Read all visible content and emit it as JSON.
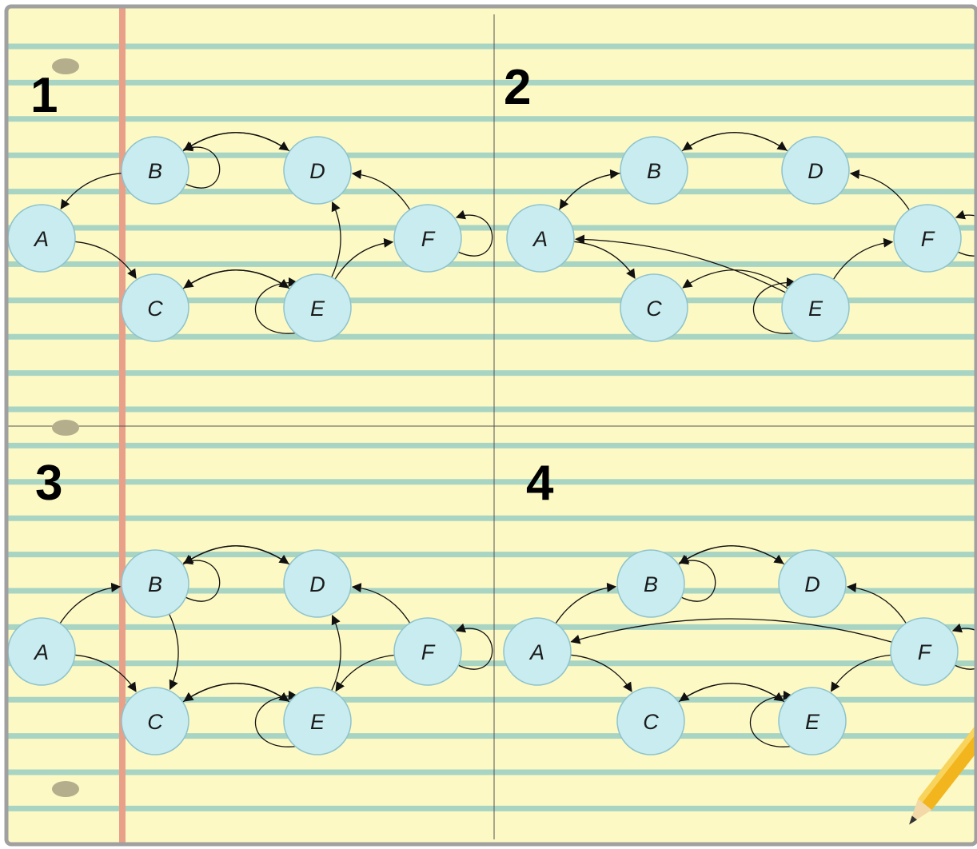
{
  "colors": {
    "paper": "#fdf9c4",
    "ruled_line": "#a8d4c4",
    "margin_line": "#e8a089",
    "node_fill": "#c8ecf0",
    "node_stroke": "#8ec3cc",
    "edge": "#111111",
    "frame": "#a0a0a0"
  },
  "icons": [
    "punch-hole-icon",
    "pencil-icon"
  ],
  "panels": [
    {
      "number": "1",
      "nodes": [
        {
          "id": "A",
          "label": "A"
        },
        {
          "id": "B",
          "label": "B"
        },
        {
          "id": "C",
          "label": "C"
        },
        {
          "id": "D",
          "label": "D"
        },
        {
          "id": "E",
          "label": "E"
        },
        {
          "id": "F",
          "label": "F"
        }
      ],
      "edges": [
        {
          "from": "B",
          "to": "A"
        },
        {
          "from": "B",
          "to": "B"
        },
        {
          "from": "B",
          "to": "D"
        },
        {
          "from": "D",
          "to": "B"
        },
        {
          "from": "A",
          "to": "C"
        },
        {
          "from": "C",
          "to": "E"
        },
        {
          "from": "E",
          "to": "C"
        },
        {
          "from": "E",
          "to": "E"
        },
        {
          "from": "E",
          "to": "D"
        },
        {
          "from": "E",
          "to": "F"
        },
        {
          "from": "F",
          "to": "D"
        },
        {
          "from": "F",
          "to": "F"
        }
      ]
    },
    {
      "number": "2",
      "nodes": [
        {
          "id": "A",
          "label": "A"
        },
        {
          "id": "B",
          "label": "B"
        },
        {
          "id": "C",
          "label": "C"
        },
        {
          "id": "D",
          "label": "D"
        },
        {
          "id": "E",
          "label": "E"
        },
        {
          "id": "F",
          "label": "F"
        }
      ],
      "edges": [
        {
          "from": "B",
          "to": "A"
        },
        {
          "from": "A",
          "to": "B"
        },
        {
          "from": "B",
          "to": "D"
        },
        {
          "from": "D",
          "to": "B"
        },
        {
          "from": "A",
          "to": "C"
        },
        {
          "from": "E",
          "to": "C"
        },
        {
          "from": "E",
          "to": "A"
        },
        {
          "from": "E",
          "to": "E"
        },
        {
          "from": "E",
          "to": "F"
        },
        {
          "from": "F",
          "to": "D"
        },
        {
          "from": "F",
          "to": "F"
        }
      ]
    },
    {
      "number": "3",
      "nodes": [
        {
          "id": "A",
          "label": "A"
        },
        {
          "id": "B",
          "label": "B"
        },
        {
          "id": "C",
          "label": "C"
        },
        {
          "id": "D",
          "label": "D"
        },
        {
          "id": "E",
          "label": "E"
        },
        {
          "id": "F",
          "label": "F"
        }
      ],
      "edges": [
        {
          "from": "A",
          "to": "B"
        },
        {
          "from": "B",
          "to": "B"
        },
        {
          "from": "B",
          "to": "D"
        },
        {
          "from": "D",
          "to": "B"
        },
        {
          "from": "B",
          "to": "C"
        },
        {
          "from": "A",
          "to": "C"
        },
        {
          "from": "C",
          "to": "E"
        },
        {
          "from": "E",
          "to": "C"
        },
        {
          "from": "E",
          "to": "E"
        },
        {
          "from": "E",
          "to": "D"
        },
        {
          "from": "F",
          "to": "D"
        },
        {
          "from": "F",
          "to": "E"
        },
        {
          "from": "F",
          "to": "F"
        }
      ]
    },
    {
      "number": "4",
      "nodes": [
        {
          "id": "A",
          "label": "A"
        },
        {
          "id": "B",
          "label": "B"
        },
        {
          "id": "C",
          "label": "C"
        },
        {
          "id": "D",
          "label": "D"
        },
        {
          "id": "E",
          "label": "E"
        },
        {
          "id": "F",
          "label": "F"
        }
      ],
      "edges": [
        {
          "from": "A",
          "to": "B"
        },
        {
          "from": "B",
          "to": "B"
        },
        {
          "from": "B",
          "to": "D"
        },
        {
          "from": "D",
          "to": "B"
        },
        {
          "from": "A",
          "to": "C"
        },
        {
          "from": "C",
          "to": "E"
        },
        {
          "from": "E",
          "to": "C"
        },
        {
          "from": "E",
          "to": "E"
        },
        {
          "from": "F",
          "to": "A"
        },
        {
          "from": "F",
          "to": "D"
        },
        {
          "from": "F",
          "to": "E"
        },
        {
          "from": "F",
          "to": "F"
        }
      ]
    }
  ]
}
